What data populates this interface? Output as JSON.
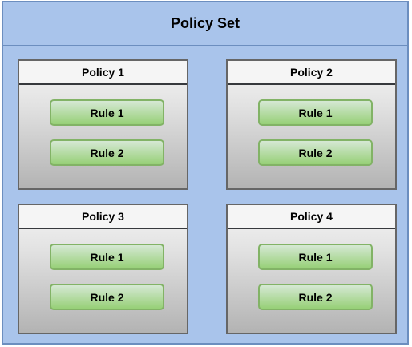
{
  "policy_set": {
    "title": "Policy Set",
    "policies": [
      {
        "title": "Policy 1",
        "rules": [
          "Rule 1",
          "Rule 2"
        ]
      },
      {
        "title": "Policy 2",
        "rules": [
          "Rule 1",
          "Rule 2"
        ]
      },
      {
        "title": "Policy 3",
        "rules": [
          "Rule 1",
          "Rule 2"
        ]
      },
      {
        "title": "Policy 4",
        "rules": [
          "Rule 1",
          "Rule 2"
        ]
      }
    ]
  },
  "colors": {
    "set_fill": "#a9c4eb",
    "set_border": "#6c8ebf",
    "policy_border": "#666666",
    "rule_fill_top": "#d5e8d4",
    "rule_fill_bottom": "#97d077",
    "rule_border": "#82b366"
  }
}
